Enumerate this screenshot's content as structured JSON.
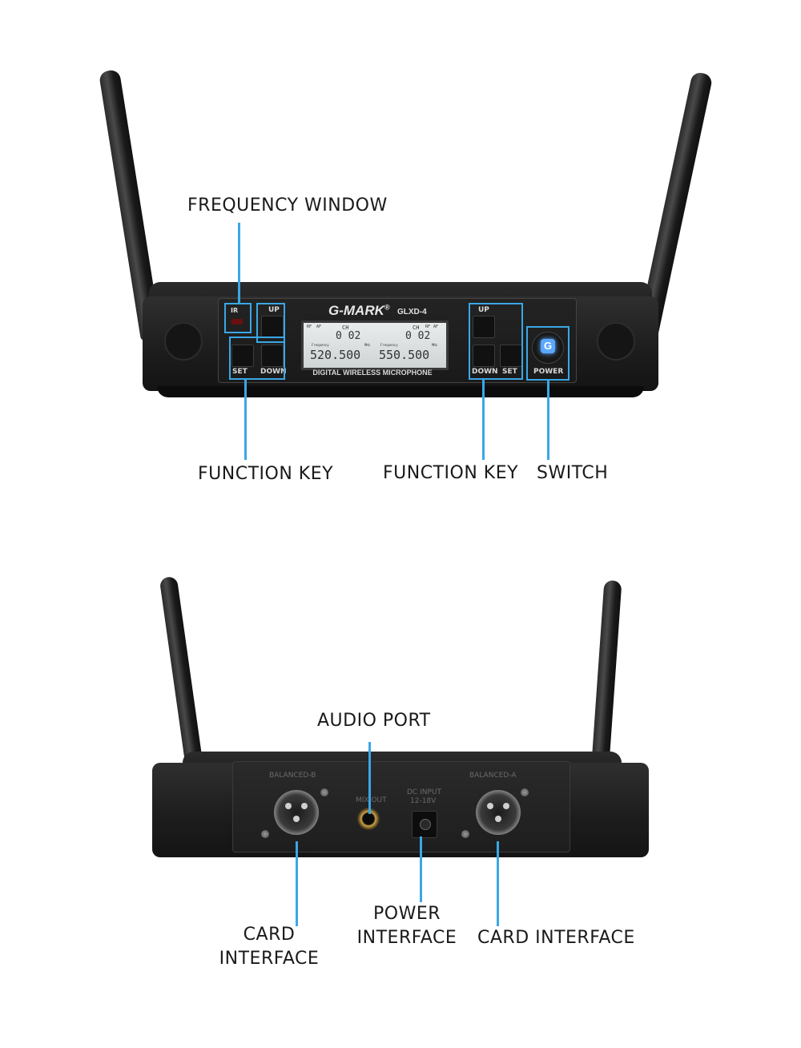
{
  "front": {
    "brand": "G-MARK",
    "model": "GLXD-4",
    "panel_text": "DIGITAL WIRELESS MICROPHONE",
    "ir_label": "IR",
    "left_keys": {
      "up": "UP",
      "set": "SET",
      "down": "DOWN"
    },
    "right_keys": {
      "up": "UP",
      "down": "DOWN",
      "set": "SET"
    },
    "power_label": "POWER",
    "power_button_letter": "G",
    "lcd": {
      "left": {
        "rf": "RF",
        "af": "AF",
        "ch": "CH",
        "channel": "0 02",
        "freq_label": "Frequency",
        "unit": "MHz",
        "frequency": "520.500"
      },
      "right": {
        "rf": "RF",
        "af": "AF",
        "ch": "CH",
        "channel": "0 02",
        "freq_label": "Frequency",
        "unit": "MHz",
        "frequency": "550.500"
      }
    }
  },
  "back": {
    "left_socket_label": "BALANCED-B",
    "right_socket_label": "BALANCED-A",
    "mix_out_label": "MIX OUT",
    "dc_input_label": "DC INPUT",
    "dc_voltage_label": "12-18V"
  },
  "callouts": {
    "frequency_window": "FREQUENCY WINDOW",
    "function_key_left": "FUNCTION KEY",
    "function_key_right": "FUNCTION KEY",
    "switch": "SWITCH",
    "audio_port": "AUDIO PORT",
    "card_interface_left_line1": "CARD",
    "card_interface_left_line2": "INTERFACE",
    "power_interface_line1": "POWER",
    "power_interface_line2": "INTERFACE",
    "card_interface_right": "CARD INTERFACE"
  },
  "colors": {
    "accent": "#3aa7e6",
    "power_glow": "#5aa8ff"
  }
}
